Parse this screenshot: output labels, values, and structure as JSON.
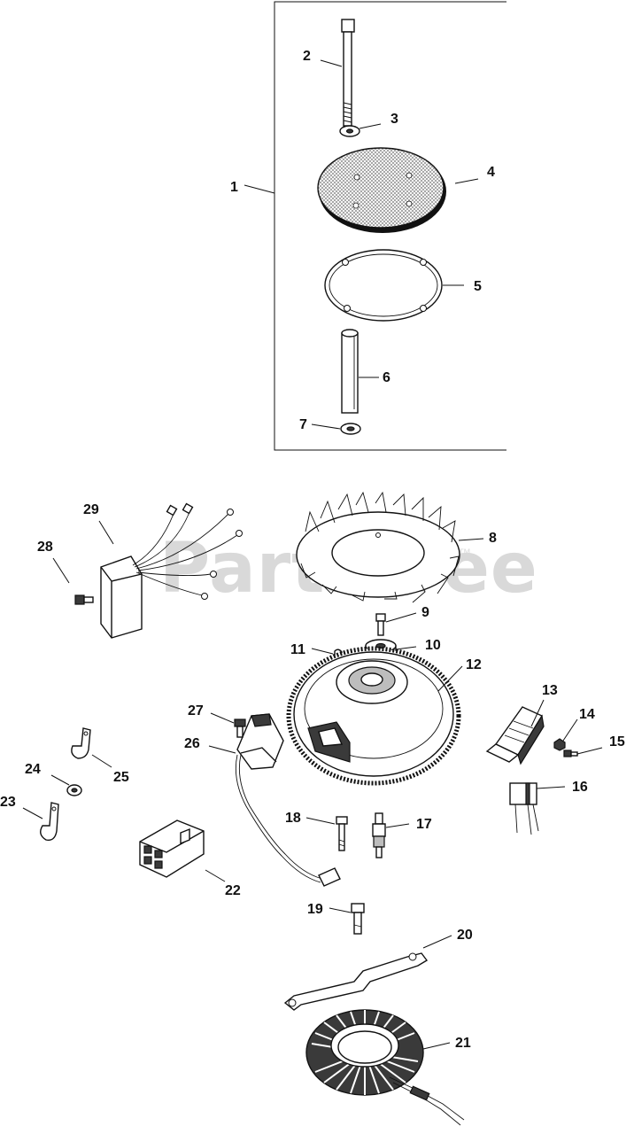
{
  "watermark": {
    "text": "PartsTree",
    "tm": "TM"
  },
  "callouts": {
    "c1": "1",
    "c2": "2",
    "c3": "3",
    "c4": "4",
    "c5": "5",
    "c6": "6",
    "c7": "7",
    "c8": "8",
    "c9": "9",
    "c10": "10",
    "c11": "11",
    "c12": "12",
    "c13": "13",
    "c14": "14",
    "c15": "15",
    "c16": "16",
    "c17": "17",
    "c18": "18",
    "c19": "19",
    "c20": "20",
    "c21": "21",
    "c22": "22",
    "c23": "23",
    "c24": "24",
    "c25": "25",
    "c26": "26",
    "c27": "27",
    "c28": "28",
    "c29": "29"
  }
}
